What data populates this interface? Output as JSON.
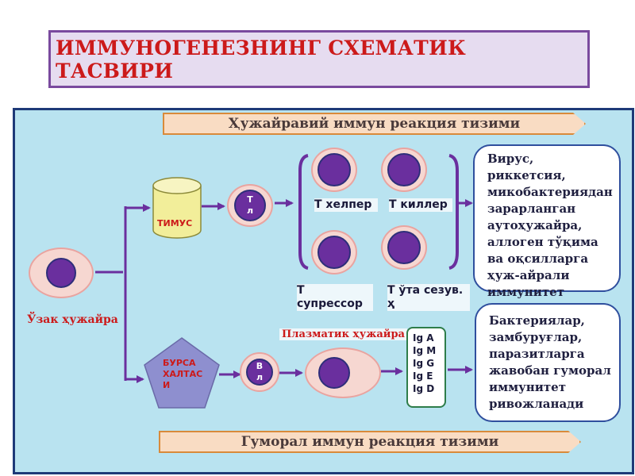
{
  "title": "ИММУНОГЕНЕЗНИНГ СХЕМАТИК ТАСВИРИ",
  "banners": {
    "cellular": "Ҳужайравий иммун реакция тизими",
    "humoral": "Гуморал иммун реакция тизими"
  },
  "organs": {
    "thymus": "ТИМУС",
    "bursa": "БУРСА ХАЛТАС И"
  },
  "cells": {
    "stem": "Ўзак ҳужайра",
    "t_lymph": "Т л",
    "b_lymph": "В л",
    "t_helper": "Т хелпер",
    "t_killer": "Т киллер",
    "t_suppressor": "Т супрессор",
    "t_memory": "Т ўта сезув. ҳ",
    "plasma": "Плазматик ҳужайра"
  },
  "immunoglobulins": [
    "Ig A",
    "Ig M",
    "Ig G",
    "Ig E",
    "Ig D"
  ],
  "info": {
    "cellular": "Вирус, риккетсия, микобактериядан зарарланган аутоҳужайра, аллоген тўқима ва оқсилларга ҳуж-айрали иммунитет ривожланади",
    "humoral": "Бактериялар, замбуруғлар, паразитларга жавобан гуморал иммунитет ривожланади"
  },
  "colors": {
    "panel_bg": "#b9e3f0",
    "panel_border": "#1e3a78",
    "title_red": "#cc1a1a",
    "arrow_purple": "#6a2f9e",
    "nucleus": "#6a2f9e"
  }
}
